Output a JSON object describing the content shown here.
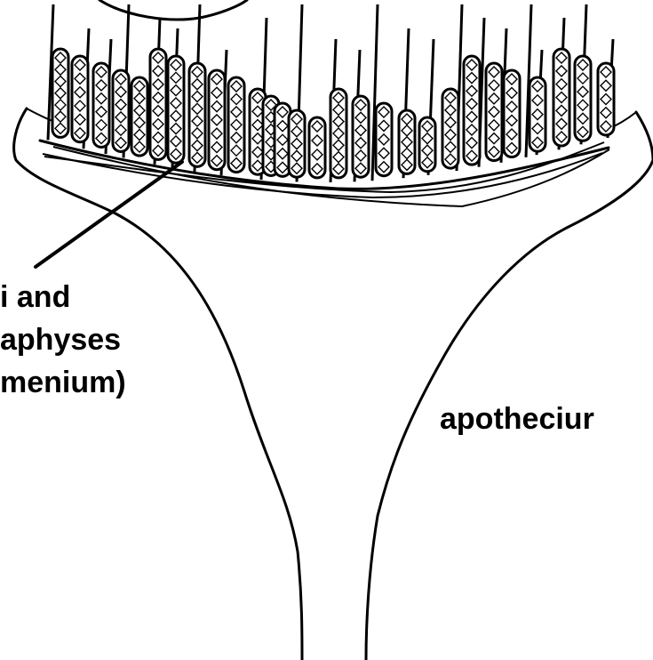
{
  "labels": {
    "hymenium_line1": "i and",
    "hymenium_line2": "aphyses",
    "hymenium_line3": "menium)",
    "apothecium": "apotheciur"
  },
  "colors": {
    "ink": "#000000",
    "background": "#ffffff"
  }
}
